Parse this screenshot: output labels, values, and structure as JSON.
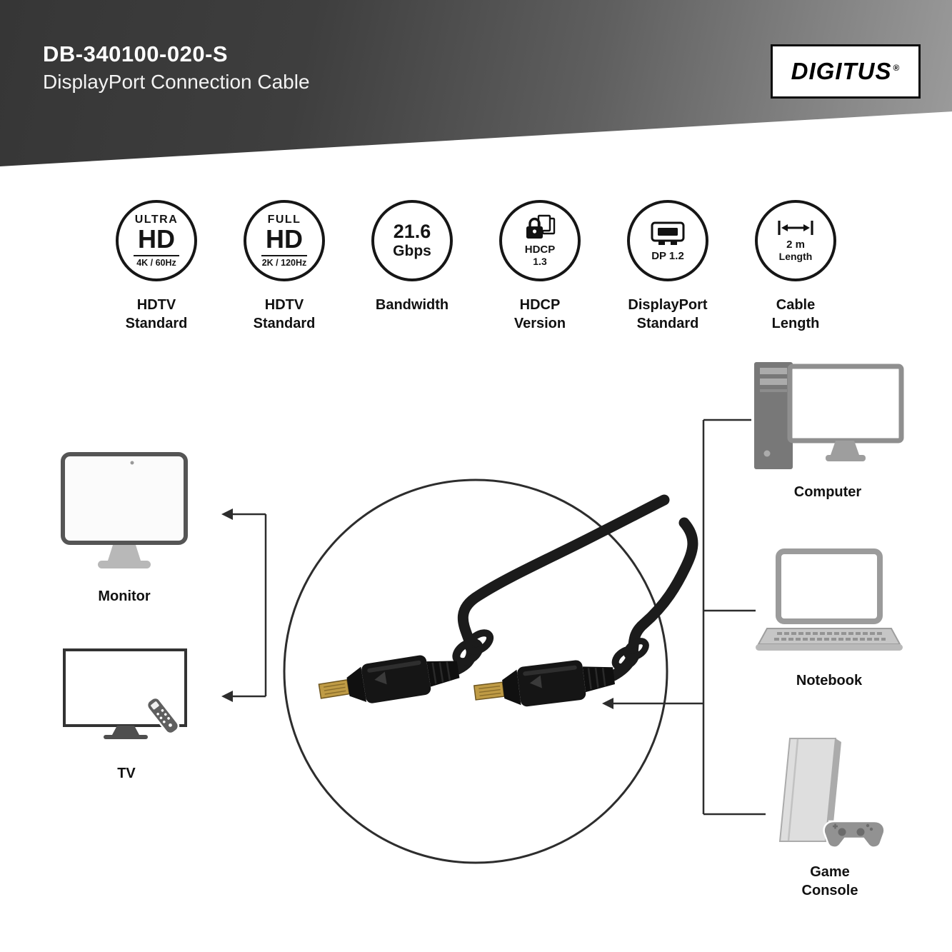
{
  "header": {
    "product_code": "DB-340100-020-S",
    "product_name": "DisplayPort Connection Cable",
    "brand": "DIGITUS",
    "registered_mark": "®"
  },
  "features": [
    {
      "top": "ULTRA",
      "big": "HD",
      "sub": "4K / 60Hz",
      "label": "HDTV\nStandard",
      "icon": "ultra-hd-badge"
    },
    {
      "top": "FULL",
      "big": "HD",
      "sub": "2K / 120Hz",
      "label": "HDTV\nStandard",
      "icon": "full-hd-badge"
    },
    {
      "value": "21.6",
      "unit": "Gbps",
      "label": "Bandwidth",
      "icon": "bandwidth-badge"
    },
    {
      "line1": "HDCP",
      "line2": "1.3",
      "label": "HDCP\nVersion",
      "icon": "hdcp-lock-documents"
    },
    {
      "line1": "DP 1.2",
      "label": "DisplayPort\nStandard",
      "icon": "displayport-plug"
    },
    {
      "line1": "2 m",
      "line2": "Length",
      "label": "Cable\nLength",
      "icon": "cable-length-arrows"
    }
  ],
  "diagram": {
    "left_devices": [
      {
        "id": "monitor",
        "label": "Monitor"
      },
      {
        "id": "tv",
        "label": "TV"
      }
    ],
    "right_devices": [
      {
        "id": "computer",
        "label": "Computer"
      },
      {
        "id": "notebook",
        "label": "Notebook"
      },
      {
        "id": "game-console",
        "label": "Game\nConsole"
      }
    ]
  },
  "colors": {
    "banner_dark": "#363636",
    "banner_light": "#9c9c9c",
    "line": "#2d2d2d",
    "cable": "#1b1b1b",
    "connector_gold": "#bf9b45",
    "device_gray": "#9b9b9b"
  }
}
